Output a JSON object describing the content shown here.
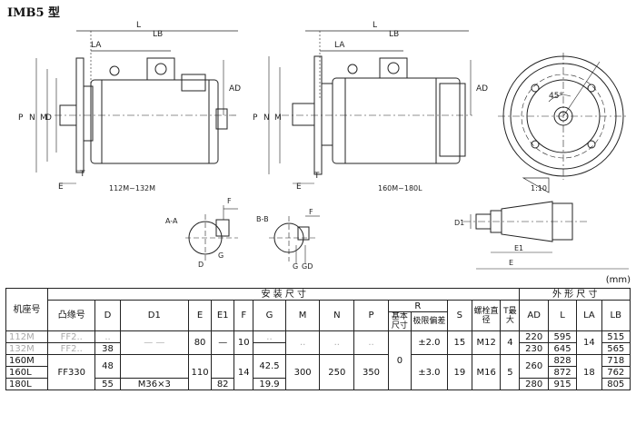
{
  "title": "IMB5 型",
  "unit_label": "(mm)",
  "drawing": {
    "dims": {
      "L": "L",
      "LB": "LB",
      "LA": "LA",
      "AD": "AD",
      "P": "P",
      "N": "N",
      "M": "M",
      "D": "D",
      "E": "E",
      "T": "T",
      "F": "F",
      "G": "G",
      "GD": "GD",
      "D1": "D1",
      "E1": "E1",
      "angle": "45°",
      "taper": "1:10"
    },
    "captions": {
      "small_frame": "112M~132M",
      "large_frame": "160M~180L"
    },
    "sections": {
      "aa": "A-A",
      "bb": "B-B"
    }
  },
  "table": {
    "header": {
      "frame": "机座号",
      "install": "安 装 尺 寸",
      "outline": "外 形 尺 寸",
      "flange": "凸缘号",
      "D": "D",
      "D1": "D1",
      "E": "E",
      "E1": "E1",
      "F": "F",
      "G": "G",
      "M": "M",
      "N": "N",
      "P": "P",
      "R": "R",
      "R_basic": "基本尺寸",
      "R_tol": "极限偏差",
      "S": "S",
      "bolt": "螺栓直径",
      "T": "T最大",
      "AD": "AD",
      "L": "L",
      "LA": "LA",
      "LB": "LB"
    },
    "rows": [
      {
        "frame": "112M",
        "flange": "FF2..",
        "D": "..",
        "D1": "",
        "E": "80",
        "E1": "—",
        "F": "10",
        "G": "..",
        "M": "..",
        "N": "..",
        "P": "..",
        "R_basic": "0",
        "R_tol": "±2.0",
        "S": "15",
        "bolt": "M12",
        "T": "4",
        "AD": "220",
        "L": "595",
        "LA": "14",
        "LB": "515"
      },
      {
        "frame": "132M",
        "flange": "FF2..",
        "D": "38",
        "AD": "230",
        "L": "645",
        "LB": "565"
      },
      {
        "frame": "160M",
        "flange": "FF330",
        "D": "48",
        "D1": "",
        "E": "110",
        "F": "14",
        "G": "42.5",
        "M": "300",
        "N": "250",
        "P": "350",
        "R_tol": "±3.0",
        "S": "19",
        "bolt": "M16",
        "T": "5",
        "AD": "260",
        "L": "828",
        "LA": "18",
        "LB": "718"
      },
      {
        "frame": "160L",
        "L": "872",
        "LB": "762"
      },
      {
        "frame": "180L",
        "D": "55",
        "D1": "M36×3",
        "E1": "82",
        "G": "19.9",
        "AD": "280",
        "L": "915",
        "LB": "805"
      }
    ],
    "dash": "— —"
  }
}
